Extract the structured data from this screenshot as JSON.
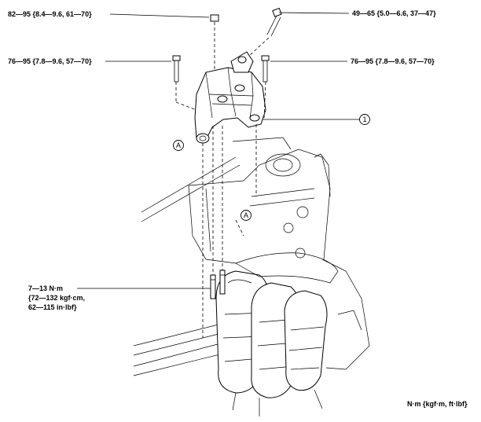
{
  "torques": {
    "top_left": "82—95 {8.4—9.6, 61—70}",
    "top_right": "49—65 {5.0—6.6, 37—47}",
    "mid_left": "76—95 {7.8—9.6, 57—70}",
    "mid_right": "76—95 {7.8—9.6, 57—70}",
    "stud_line1": "7—13 N·m",
    "stud_line2": "{72—132 kgf·cm,",
    "stud_line3": "62—115 in·lbf}"
  },
  "callouts": {
    "part_number": "1",
    "ref_a_upper": "A",
    "ref_a_lower": "A"
  },
  "units_note": "N·m {kgf·m, ft·lbf}"
}
